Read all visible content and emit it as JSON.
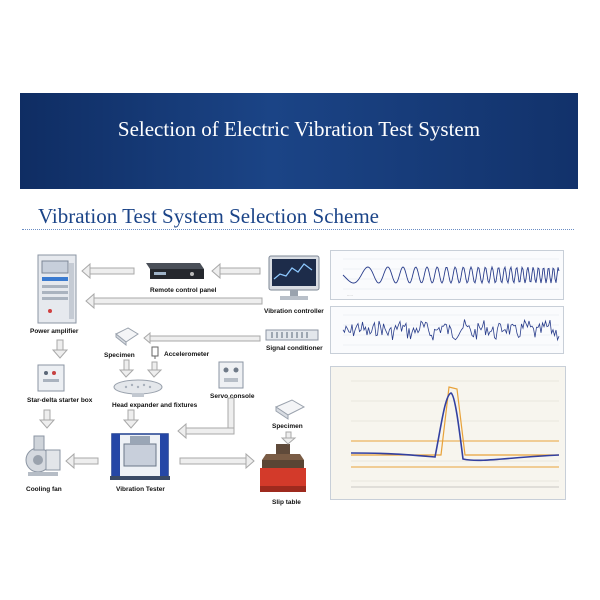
{
  "banner": {
    "title": "Selection of Electric Vibration Test System"
  },
  "section": {
    "heading": "Vibration Test System Selection Scheme"
  },
  "diagram": {
    "labels": {
      "remote_control_panel": "Remote control panel",
      "vibration_controller": "Vibration controller",
      "power_amplifier": "Power amplifier",
      "signal_conditioner": "Signal conditioner",
      "specimen_top": "Specimen",
      "accelerometer": "Accelerometer",
      "star_delta_starter_box": "Star-delta starter box",
      "head_expander": "Head expander and fixtures",
      "servo_console": "Servo console",
      "specimen_right": "Specimen",
      "cooling_fan": "Cooling fan",
      "vibration_tester": "Vibration Tester",
      "slip_table": "Slip  table"
    }
  },
  "colors": {
    "banner": "#1b4486",
    "heading": "#1b4488",
    "wave": "#2a3e8c",
    "plot_orange": "#e8a23a",
    "plot_blue": "#3340a0"
  }
}
